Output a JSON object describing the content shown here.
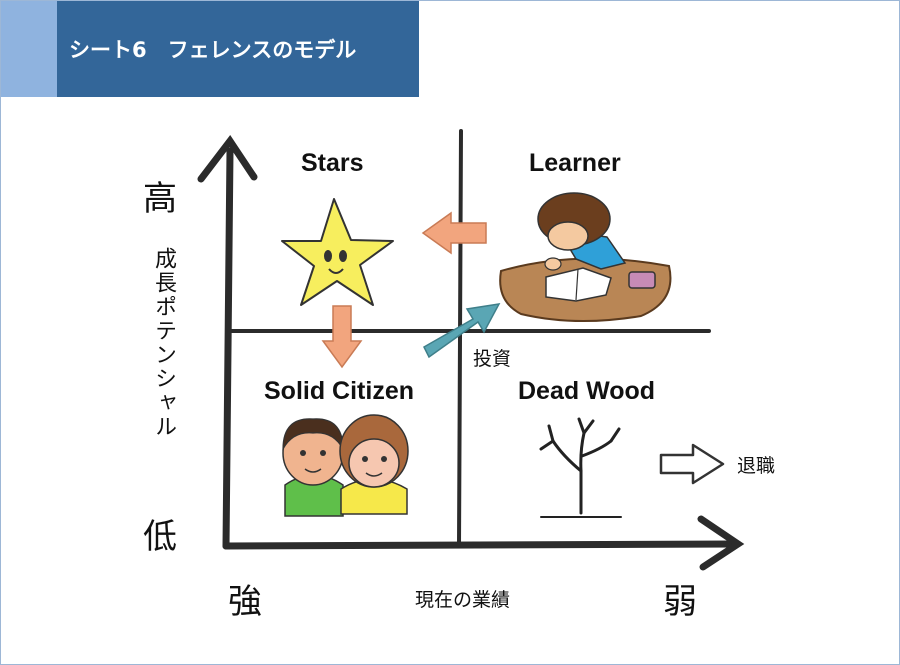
{
  "slide": {
    "title": "シート6　フェレンスのモデル"
  },
  "axes": {
    "y_high": "高",
    "y_low": "低",
    "y_label": "成長ポテンシャル",
    "x_strong": "強",
    "x_weak": "弱",
    "x_label": "現在の業績"
  },
  "quadrants": {
    "top_left": "Stars",
    "top_right": "Learner",
    "bottom_left": "Solid Citizen",
    "bottom_right": "Dead Wood"
  },
  "arrows": {
    "investment": "投資",
    "retirement": "退職"
  },
  "colors": {
    "title_bar": "#336699",
    "accent": "#8fb3df",
    "star": "#f7ee5e",
    "orange_arrow": "#f2a57e",
    "teal_arrow": "#5aa6b4"
  }
}
